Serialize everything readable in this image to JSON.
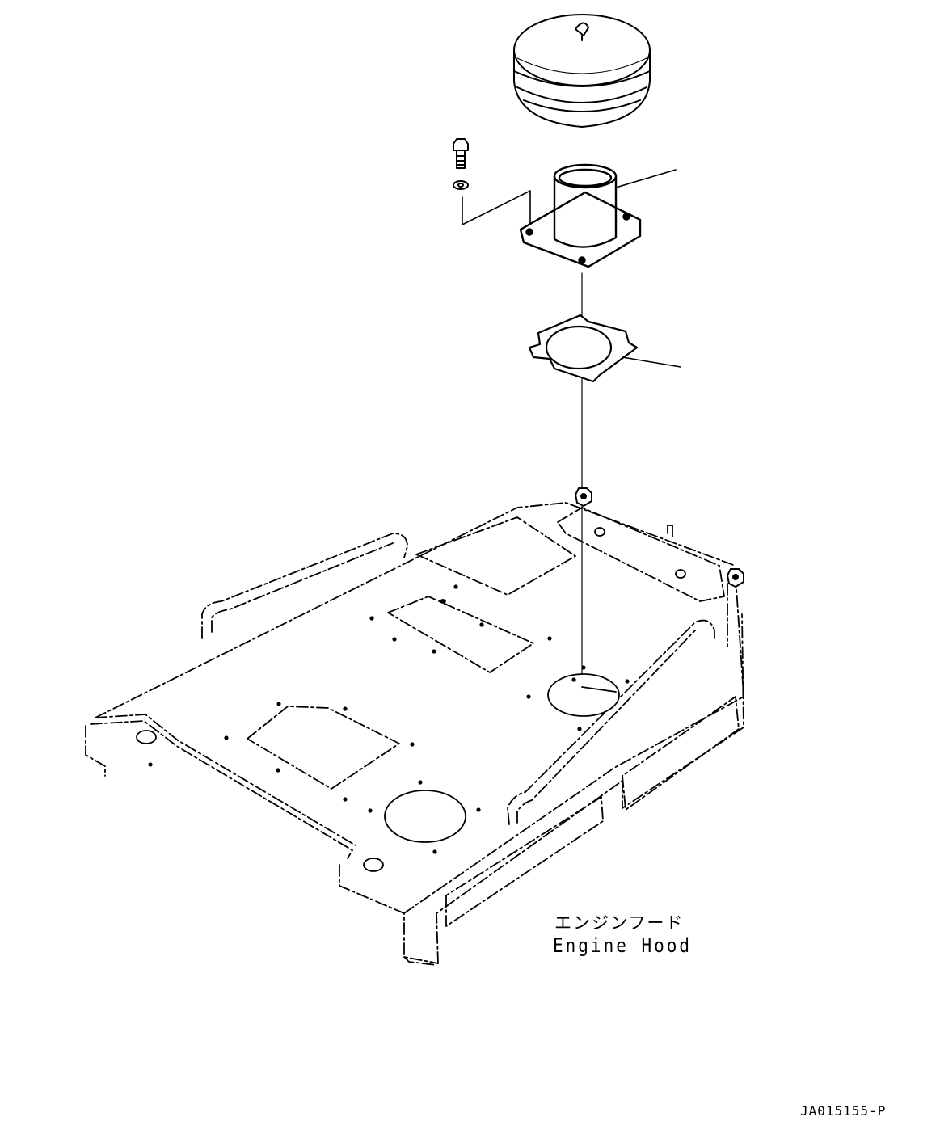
{
  "part_label": {
    "japanese": "エンジンフード",
    "english": "Engine Hood"
  },
  "drawing_code": "JA015155-P"
}
